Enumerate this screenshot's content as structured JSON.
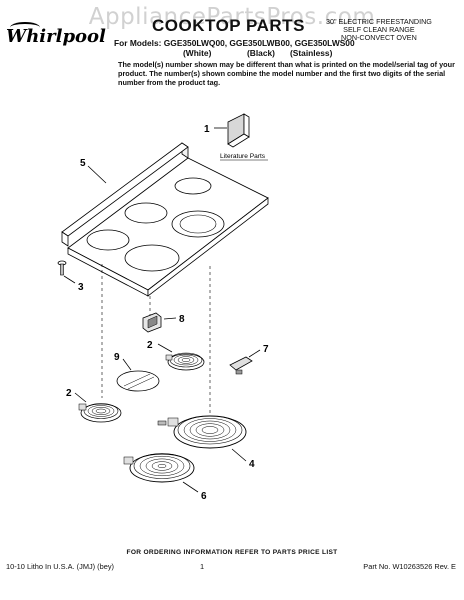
{
  "watermark": "AppliancePartsPros.com",
  "brand": {
    "logo_text": "Whirlpool"
  },
  "header": {
    "title": "COOKTOP PARTS",
    "subtitle_line1": "30\" ELECTRIC FREESTANDING",
    "subtitle_line2": "SELF CLEAN RANGE",
    "subtitle_line3": "NON-CONVECT OVEN",
    "models": "For Models: GGE350LWQ00, GGE350LWB00, GGE350LWS00",
    "variant_white": "(White)",
    "variant_black": "(Black)",
    "variant_stainless": "(Stainless)",
    "notice": "The model(s) number shown may be different than what is printed on the model/serial tag of your product. The number(s) shown combine the model number and the first two digits of the serial number from the product tag."
  },
  "diagram": {
    "literature_label": "Literature Parts",
    "callouts": {
      "c1": "1",
      "c2a": "2",
      "c2b": "2",
      "c3": "3",
      "c4": "4",
      "c5": "5",
      "c6": "6",
      "c7": "7",
      "c8": "8",
      "c9": "9"
    }
  },
  "footer": {
    "ordering_info": "FOR ORDERING INFORMATION REFER TO PARTS PRICE LIST",
    "litho": "10-10 Litho In U.S.A. (JMJ) (bey)",
    "page_number": "1",
    "part_number": "Part No. W10263526 Rev. E"
  }
}
